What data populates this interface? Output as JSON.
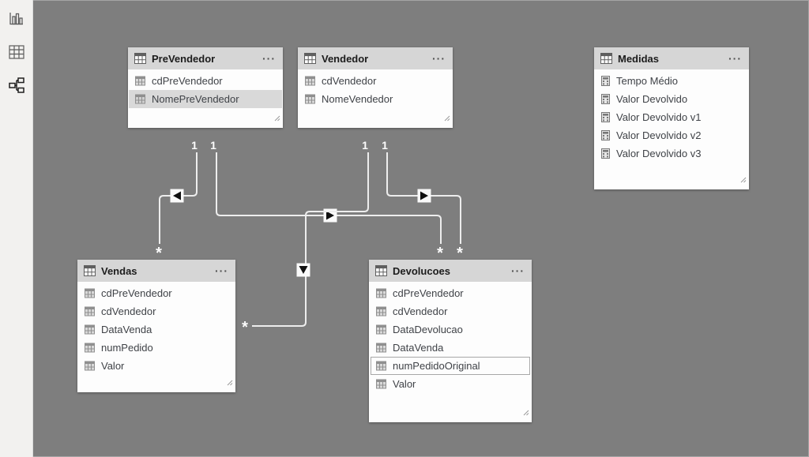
{
  "app": {
    "name": "model-view-diagram",
    "active_view": "model"
  },
  "sidebar": {
    "items": [
      {
        "id": "report-view",
        "icon": "bar-chart-icon",
        "active": false
      },
      {
        "id": "data-view",
        "icon": "data-grid-icon",
        "active": false
      },
      {
        "id": "model-view",
        "icon": "model-diagram-icon",
        "active": true
      }
    ]
  },
  "icons": {
    "more_options": "···"
  },
  "tables": [
    {
      "title": "PreVendedor",
      "fields": [
        {
          "name": "cdPreVendedor",
          "type": "column",
          "state": "normal"
        },
        {
          "name": "NomePreVendedor",
          "type": "column",
          "state": "highlighted"
        }
      ]
    },
    {
      "title": "Vendedor",
      "fields": [
        {
          "name": "cdVendedor",
          "type": "column",
          "state": "normal"
        },
        {
          "name": "NomeVendedor",
          "type": "column",
          "state": "normal"
        }
      ]
    },
    {
      "title": "Medidas",
      "fields": [
        {
          "name": "Tempo Médio",
          "type": "measure",
          "state": "normal"
        },
        {
          "name": "Valor Devolvido",
          "type": "measure",
          "state": "normal"
        },
        {
          "name": "Valor Devolvido v1",
          "type": "measure",
          "state": "normal"
        },
        {
          "name": "Valor Devolvido v2",
          "type": "measure",
          "state": "normal"
        },
        {
          "name": "Valor Devolvido v3",
          "type": "measure",
          "state": "normal"
        }
      ]
    },
    {
      "title": "Vendas",
      "fields": [
        {
          "name": "cdPreVendedor",
          "type": "column",
          "state": "normal"
        },
        {
          "name": "cdVendedor",
          "type": "column",
          "state": "normal"
        },
        {
          "name": "DataVenda",
          "type": "column",
          "state": "normal"
        },
        {
          "name": "numPedido",
          "type": "column",
          "state": "normal"
        },
        {
          "name": "Valor",
          "type": "column",
          "state": "normal"
        }
      ]
    },
    {
      "title": "Devolucoes",
      "fields": [
        {
          "name": "cdPreVendedor",
          "type": "column",
          "state": "normal"
        },
        {
          "name": "cdVendedor",
          "type": "column",
          "state": "normal"
        },
        {
          "name": "DataDevolucao",
          "type": "column",
          "state": "normal"
        },
        {
          "name": "DataVenda",
          "type": "column",
          "state": "normal"
        },
        {
          "name": "numPedidoOriginal",
          "type": "column",
          "state": "outlined"
        },
        {
          "name": "Valor",
          "type": "column",
          "state": "normal"
        }
      ]
    }
  ],
  "relationships": [
    {
      "from": "PreVendedor",
      "to": "Vendas",
      "from_cardinality": "1",
      "to_cardinality": "*",
      "filter_arrow": "left"
    },
    {
      "from": "PreVendedor",
      "to": "Devolucoes",
      "from_cardinality": "1",
      "to_cardinality": "*",
      "filter_arrow": "right"
    },
    {
      "from": "Vendedor",
      "to": "Vendas",
      "from_cardinality": "1",
      "to_cardinality": "*",
      "filter_arrow": "down"
    },
    {
      "from": "Vendedor",
      "to": "Devolucoes",
      "from_cardinality": "1",
      "to_cardinality": "*",
      "filter_arrow": "right"
    }
  ],
  "colors": {
    "canvas": "#7e7e7e",
    "card_header": "#d6d6d6",
    "card_body": "#fdfdfd",
    "relationship_line": "#ededed",
    "highlight_row": "#d9d9d9",
    "sidebar": "#f2f1ef"
  }
}
